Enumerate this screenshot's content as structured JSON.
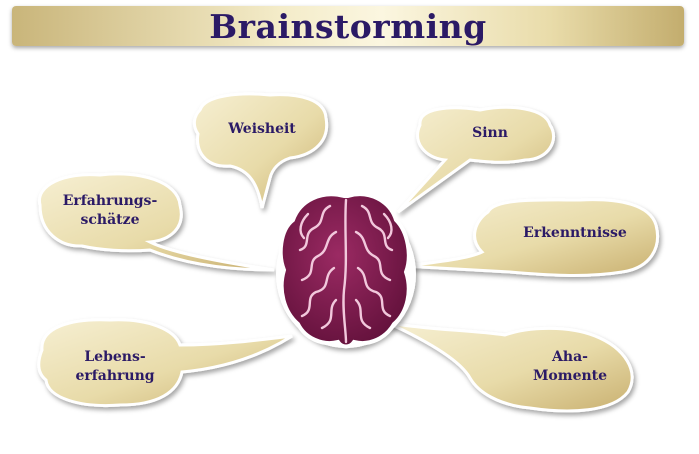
{
  "title": "Brainstorming",
  "colors": {
    "bubble_fill": "#ebe0b6",
    "bubble_stroke": "#ffffff",
    "text": "#2b1a66",
    "brain_fill": "#7a1c4e",
    "brain_lines": "#f2c8dc"
  },
  "bubbles": {
    "weisheit": "Weisheit",
    "sinn": "Sinn",
    "erfahrungsschaetze": "Erfahrungs-\nschätze",
    "erkenntnisse": "Erkenntnisse",
    "lebenserfahrung": "Lebens-\nerfahrung",
    "aha_momente": "Aha-\nMomente"
  },
  "center_icon": "brain-icon"
}
